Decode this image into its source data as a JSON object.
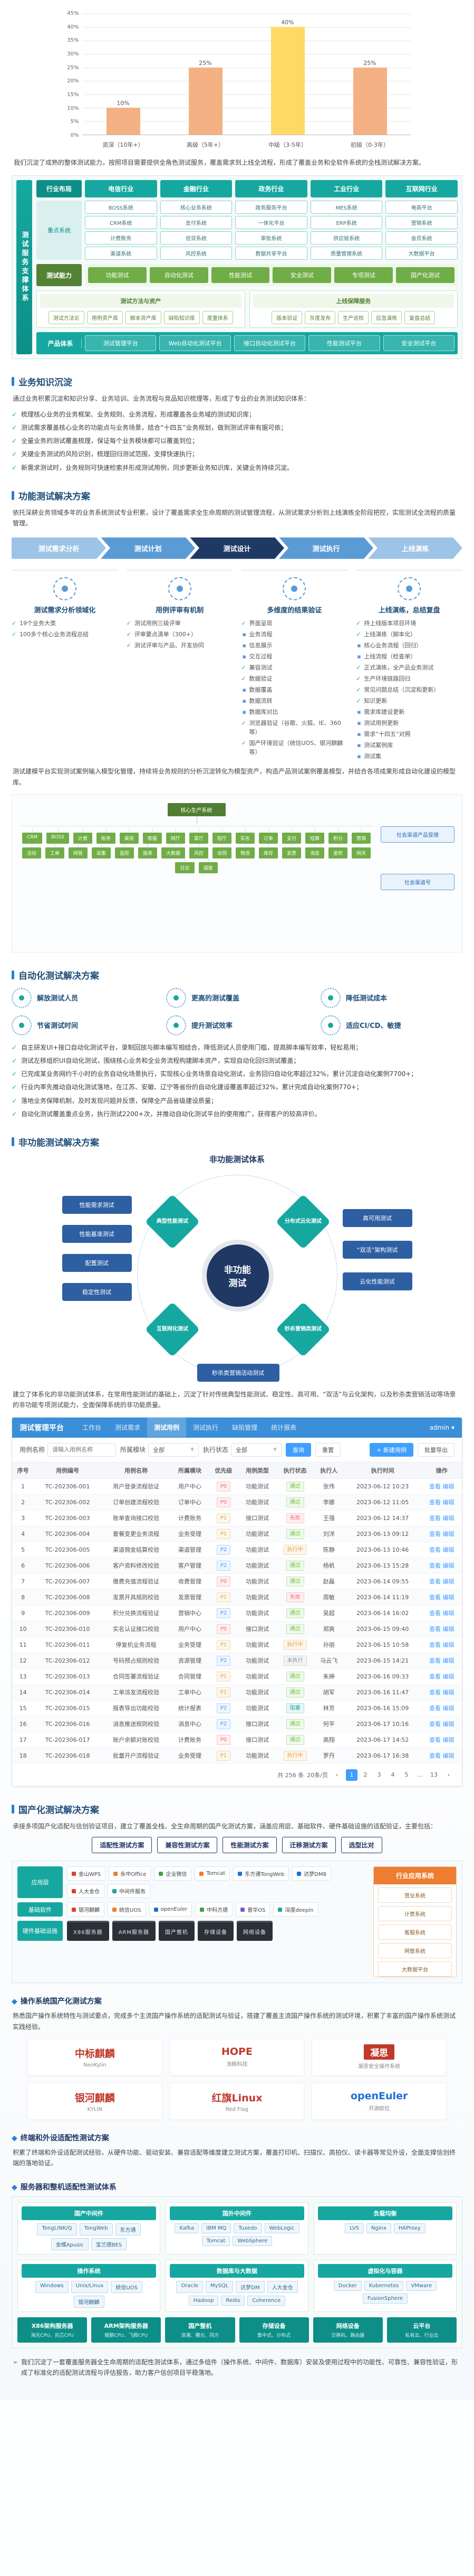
{
  "chart_data": {
    "type": "bar",
    "title": "",
    "categories": [
      "资深（10年+）",
      "高级（5年+）",
      "中级（3-5年）",
      "初级（0-3年）"
    ],
    "values": [
      10,
      25,
      40,
      25
    ],
    "value_labels": [
      "10%",
      "25%",
      "40%",
      "25%"
    ],
    "yticks": [
      "45%",
      "40%",
      "35%",
      "30%",
      "25%",
      "20%",
      "15%",
      "10%",
      "5%",
      "0%"
    ],
    "ylim": [
      0,
      45
    ],
    "bar_colors": [
      "#f4b183",
      "#f4b183",
      "#ffd966",
      "#f4b183"
    ],
    "grid": true,
    "legend_position": "none"
  },
  "intro": "我们沉淀了成熟的整体测试能力，按照项目需要提供全角色测试服务，覆盖需求到上线全流程，形成了覆盖业务和全软件系统的全栈测试解决方案。",
  "architecture": {
    "side_label": "测试服务支撑体系",
    "corner": "行业布局",
    "headers": [
      "电信行业",
      "金融行业",
      "政务行业",
      "工业行业",
      "互联网行业"
    ],
    "row_label": "重点系统",
    "col1": [
      "BOSS系统",
      "CRM系统",
      "计费账务",
      "渠道系统"
    ],
    "col2": [
      "核心业务系统",
      "支付系统",
      "信贷系统",
      "风控系统"
    ],
    "col3": [
      "政务服务平台",
      "一体化平台",
      "审批系统",
      "数据共享平台"
    ],
    "col4": [
      "MES系统",
      "ERP系统",
      "供应链系统",
      "质量管理系统"
    ],
    "col5": [
      "电商平台",
      "营销系统",
      "会员系统",
      "大数据平台"
    ],
    "cap_label": "测试能力",
    "capabilities": [
      "功能测试",
      "自动化测试",
      "性能测试",
      "安全测试",
      "专项测试",
      "国产化测试"
    ],
    "method_title": "测试方法与资产",
    "methods": [
      "测试方法论",
      "用例资产库",
      "脚本资产库",
      "缺陷知识库",
      "度量体系"
    ],
    "assurance_title": "上线保障服务",
    "assurances": [
      "版本验证",
      "灰度发布",
      "生产巡检",
      "应急演练",
      "复盘总结"
    ],
    "product_label": "产品体系",
    "products": [
      "测试管理平台",
      "Web自动化测试平台",
      "接口自动化测试平台",
      "性能测试平台",
      "安全测试平台"
    ]
  },
  "business": {
    "title": "业务知识沉淀",
    "intro": "通过业务积累沉淀和知识分享、业务培训、业务流程与竞品知识梳理等，形成了专业的业务测试知识体系：",
    "bullets": [
      "梳理核心业务的业务框架、业务规则、业务流程，形成覆盖各业务域的测试知识库；",
      "测试需求覆盖核心业务的功能点与业务场景，结合“十四五”业务规划，做到测试评审有据可依；",
      "全量业务的测试覆盖梳理，保证每个业务模块都可以覆盖到位；",
      "关键业务测试的风险识别，梳理回归测试范围，支撑快速执行；",
      "新需求测试时，业务规则可快速检索并形成测试用例，同步更新业务知识库，关键业务持续沉淀。"
    ]
  },
  "functional": {
    "title": "功能测试解决方案",
    "intro": "依托深耕业务领域多年的业务系统测试专业积累，设计了覆盖需求全生命周期的测试管理流程，从测试需求分析到上线演练全阶段把控，实现测试全流程的质量管理。",
    "flow": [
      "测试需求分析",
      "测试计划",
      "测试设计",
      "测试执行",
      "上线演练"
    ],
    "col1": {
      "title": "测试需求分析领域化",
      "items": [
        {
          "t": "19个业务大类",
          "b": "check"
        },
        {
          "t": "100多个核心业务流程总结",
          "b": "check"
        }
      ]
    },
    "col2": {
      "title": "用例评审有机制",
      "items": [
        {
          "t": "测试用例三级评审",
          "b": "check"
        },
        {
          "t": "评审要点清单（300+）",
          "b": "check"
        },
        {
          "t": "测试评审与产品、开发协同",
          "b": "check"
        }
      ]
    },
    "col3": {
      "title": "多维度的结果验证",
      "items": [
        {
          "t": "界面呈现",
          "b": "check"
        },
        {
          "t": "业务流程",
          "b": "square"
        },
        {
          "t": "信息展示",
          "b": "square"
        },
        {
          "t": "交互过程",
          "b": "square"
        },
        {
          "t": "兼容测试",
          "b": "check"
        },
        {
          "t": "数据验证",
          "b": "check"
        },
        {
          "t": "数据覆盖",
          "b": "square"
        },
        {
          "t": "数据流转",
          "b": "square"
        },
        {
          "t": "数据库对比",
          "b": "square"
        },
        {
          "t": "浏览器验证（谷歌、火狐、IE、360等）",
          "b": "check"
        },
        {
          "t": "国产环境验证（统信UOS、银河麒麟等）",
          "b": "check"
        }
      ]
    },
    "col4": {
      "title": "上线演练，总结复盘",
      "items": [
        {
          "t": "持上线版本项目环境",
          "b": "check"
        },
        {
          "t": "上线演练（脚本化）",
          "b": "check"
        },
        {
          "t": "核心业务流程（回归）",
          "b": "square"
        },
        {
          "t": "上线流程（检查单）",
          "b": "square"
        },
        {
          "t": "正式演练，全产品业务测试",
          "b": "check"
        },
        {
          "t": "生产环境链路回归",
          "b": "check"
        },
        {
          "t": "常见问题总结（沉淀和更新）",
          "b": "check"
        },
        {
          "t": "知识更新",
          "b": "check"
        },
        {
          "t": "需求库建设更新",
          "b": "square"
        },
        {
          "t": "测试用例更新",
          "b": "square"
        },
        {
          "t": "需求“十四五”对照",
          "b": "square"
        },
        {
          "t": "测试案例库",
          "b": "square"
        },
        {
          "t": "测试集",
          "b": "square"
        }
      ]
    },
    "modeling": "测试建模平台实现测试案例输入模型化管理，持续将业务规则的分析沉淀转化为模型资产，构造产品测试案例覆盖模型，并结合各项成果形成自动化建设的模型库。"
  },
  "topology": {
    "root": "核心生产系统",
    "callout1": "社会渠道产品受理",
    "callout2": "社会渠道号",
    "nodes": [
      "CRM",
      "BOSS",
      "计费",
      "账务",
      "渠道",
      "客服",
      "网厅",
      "掌厅",
      "短厅",
      "实名",
      "订单",
      "支付",
      "结算",
      "积分",
      "营销",
      "活动",
      "工单",
      "网管",
      "采集",
      "监控",
      "报表",
      "大数据",
      "风控",
      "合同",
      "物流",
      "库存",
      "发票",
      "消息",
      "鉴权",
      "网关",
      "日志",
      "调度"
    ]
  },
  "automation": {
    "title": "自动化测试解决方案",
    "features": [
      "解放测试人员",
      "更高的测试覆盖",
      "降低测试成本",
      "节省测试时间",
      "提升测试效率",
      "适应CI/CD、敏捷"
    ],
    "bullets": [
      "自主研发UI+接口自动化测试平台，录制回放与脚本编写相结合，降低测试人员使用门槛，提高脚本编写效率，轻松易用；",
      "测试左移组织UI自动化测试，围绕核心业务和全业务流程构建脚本资产，实现自动化回归测试覆盖；",
      "已完成某业务网约千小时的业务自动化场景执行，实现核心业务场景自动化测试，业务回归自动化率超过32%，累计沉淀自动化案例7700+；",
      "行业内率先推动自动化测试落地，在江苏、安徽、辽宁等省份的自动化建设覆盖率超过32%，累计完成自动化案例770+；",
      "落地业务保障机制，及时发现问题并反馈，保障全产品省级建设质量；",
      "自动化测试覆盖重点业务，执行测试2200+次，并推动自动化测试平台的使用推广，获得客户的较高评价。"
    ]
  },
  "nonfunctional": {
    "title": "非功能测试解决方案",
    "diagram_title": "非功能测试体系",
    "center_top": "非功能",
    "center_bottom": "测试",
    "q1": "典型性能测试",
    "q2": "分布式云化测试",
    "q3": "互联网化测试",
    "q4": "秒杀营销类测试",
    "left_boxes": [
      "性能需求测试",
      "性能基准测试",
      "配置测试",
      "稳定性测试"
    ],
    "right_boxes": [
      "高可用测试",
      "“双活”架构测试",
      "云化性能测试"
    ],
    "bottom_box": "秒杀类营销活动测试",
    "summary": "建立了体系化的非功能测试体系，在常用性能测试的基础上，沉淀了针对传统典型性能测试、稳定性、高可用、“双活”与云化架构，以及秒杀类营销活动等场景的非功能专项测试能力，全面保障系统的非功能质量。"
  },
  "platform": {
    "brand": "测试管理平台",
    "tabs": [
      {
        "label": "工作台",
        "cls": ""
      },
      {
        "label": "测试需求",
        "cls": ""
      },
      {
        "label": "测试用例",
        "cls": "active"
      },
      {
        "label": "测试执行",
        "cls": ""
      },
      {
        "label": "缺陷管理",
        "cls": ""
      },
      {
        "label": "统计报表",
        "cls": ""
      }
    ],
    "user": "admin ▾",
    "filter1_label": "用例名称",
    "filter1_placeholder": "请输入用例名称",
    "filter2_label": "所属模块",
    "filter2_value": "全部",
    "filter3_label": "执行状态",
    "filter3_value": "全部",
    "search_btn": "查询",
    "reset_btn": "重置",
    "new_btn": "+ 新建用例",
    "export_btn": "批量导出",
    "columns": [
      "序号",
      "用例编号",
      "用例名称",
      "所属模块",
      "优先级",
      "用例类型",
      "执行状态",
      "执行人",
      "执行时间",
      "操作"
    ],
    "op1": "查看",
    "op2": "编辑",
    "rows": [
      {
        "no": "1",
        "id": "TC-202306-001",
        "name": "用户登录流程验证",
        "module": "用户中心",
        "pri": "P0",
        "pc": "t-red",
        "type": "功能测试",
        "status": "通过",
        "sc": "t-green",
        "owner": "张伟",
        "time": "2023-06-12 10:23"
      },
      {
        "no": "2",
        "id": "TC-202306-002",
        "name": "订单创建流程校验",
        "module": "订单中心",
        "pri": "P0",
        "pc": "t-red",
        "type": "功能测试",
        "status": "通过",
        "sc": "t-green",
        "owner": "李娜",
        "time": "2023-06-12 11:05"
      },
      {
        "no": "3",
        "id": "TC-202306-003",
        "name": "账单查询接口校验",
        "module": "计费账务",
        "pri": "P1",
        "pc": "t-orange",
        "type": "接口测试",
        "status": "失败",
        "sc": "t-red",
        "owner": "王强",
        "time": "2023-06-12 14:37"
      },
      {
        "no": "4",
        "id": "TC-202306-004",
        "name": "套餐变更业务流程",
        "module": "业务受理",
        "pri": "P1",
        "pc": "t-orange",
        "type": "功能测试",
        "status": "通过",
        "sc": "t-green",
        "owner": "刘洋",
        "time": "2023-06-13 09:12"
      },
      {
        "no": "5",
        "id": "TC-202306-005",
        "name": "渠道佣金结算校验",
        "module": "渠道管理",
        "pri": "P2",
        "pc": "t-blue",
        "type": "功能测试",
        "status": "执行中",
        "sc": "t-orange",
        "owner": "陈静",
        "time": "2023-06-13 10:46"
      },
      {
        "no": "6",
        "id": "TC-202306-006",
        "name": "客户资料修改校验",
        "module": "客户管理",
        "pri": "P2",
        "pc": "t-blue",
        "type": "功能测试",
        "status": "通过",
        "sc": "t-green",
        "owner": "杨帆",
        "time": "2023-06-13 15:28"
      },
      {
        "no": "7",
        "id": "TC-202306-007",
        "name": "缴费充值流程验证",
        "module": "收费管理",
        "pri": "P0",
        "pc": "t-red",
        "type": "功能测试",
        "status": "通过",
        "sc": "t-green",
        "owner": "赵磊",
        "time": "2023-06-14 09:55"
      },
      {
        "no": "8",
        "id": "TC-202306-008",
        "name": "发票开具规则校验",
        "module": "发票管理",
        "pri": "P1",
        "pc": "t-orange",
        "type": "功能测试",
        "status": "失败",
        "sc": "t-red",
        "owner": "周敏",
        "time": "2023-06-14 11:19"
      },
      {
        "no": "9",
        "id": "TC-202306-009",
        "name": "积分兑换流程验证",
        "module": "营销中心",
        "pri": "P2",
        "pc": "t-blue",
        "type": "功能测试",
        "status": "通过",
        "sc": "t-green",
        "owner": "吴超",
        "time": "2023-06-14 16:02"
      },
      {
        "no": "10",
        "id": "TC-202306-010",
        "name": "实名认证接口校验",
        "module": "用户中心",
        "pri": "P0",
        "pc": "t-red",
        "type": "接口测试",
        "status": "通过",
        "sc": "t-green",
        "owner": "郑爽",
        "time": "2023-06-15 09:40"
      },
      {
        "no": "11",
        "id": "TC-202306-011",
        "name": "停复机业务流程",
        "module": "业务受理",
        "pri": "P1",
        "pc": "t-orange",
        "type": "功能测试",
        "status": "执行中",
        "sc": "t-orange",
        "owner": "孙丽",
        "time": "2023-06-15 10:58"
      },
      {
        "no": "12",
        "id": "TC-202306-012",
        "name": "号码预占规则校验",
        "module": "资源管理",
        "pri": "P2",
        "pc": "t-blue",
        "type": "功能测试",
        "status": "未执行",
        "sc": "t-gray",
        "owner": "马云飞",
        "time": "2023-06-15 14:21"
      },
      {
        "no": "13",
        "id": "TC-202306-013",
        "name": "合同签署流程验证",
        "module": "合同管理",
        "pri": "P1",
        "pc": "t-orange",
        "type": "功能测试",
        "status": "通过",
        "sc": "t-green",
        "owner": "朱婷",
        "time": "2023-06-16 09:33"
      },
      {
        "no": "14",
        "id": "TC-202306-014",
        "name": "工单派发流程校验",
        "module": "工单中心",
        "pri": "P1",
        "pc": "t-orange",
        "type": "功能测试",
        "status": "通过",
        "sc": "t-green",
        "owner": "胡军",
        "time": "2023-06-16 11:47"
      },
      {
        "no": "15",
        "id": "TC-202306-015",
        "name": "报表导出功能校验",
        "module": "统计报表",
        "pri": "P2",
        "pc": "t-blue",
        "type": "功能测试",
        "status": "阻塞",
        "sc": "t-teal",
        "owner": "林芳",
        "time": "2023-06-16 15:09"
      },
      {
        "no": "16",
        "id": "TC-202306-016",
        "name": "消息推送规则校验",
        "module": "消息中心",
        "pri": "P2",
        "pc": "t-blue",
        "type": "接口测试",
        "status": "通过",
        "sc": "t-green",
        "owner": "何平",
        "time": "2023-06-17 10:16"
      },
      {
        "no": "17",
        "id": "TC-202306-017",
        "name": "账户余额对账校验",
        "module": "计费账务",
        "pri": "P0",
        "pc": "t-red",
        "type": "接口测试",
        "status": "通过",
        "sc": "t-green",
        "owner": "高翔",
        "time": "2023-06-17 14:52"
      },
      {
        "no": "18",
        "id": "TC-202306-018",
        "name": "批量开户流程验证",
        "module": "业务受理",
        "pri": "P1",
        "pc": "t-orange",
        "type": "功能测试",
        "status": "执行中",
        "sc": "t-orange",
        "owner": "罗丹",
        "time": "2023-06-17 16:38"
      }
    ],
    "total": "共 256 条",
    "page_size": "20条/页",
    "pages": [
      "1",
      "2",
      "3",
      "4",
      "5",
      "…",
      "13"
    ]
  },
  "localization": {
    "title": "国产化测试解决方案",
    "intro": "承接多项国产化适配与信创验证项目，建立了覆盖全栈、全生命周期的国产化测试方案，涵盖应用层、基础软件、硬件基础设施的适配验证，主要包括：",
    "schemes": [
      "适配性测试方案",
      "兼容性测试方案",
      "性能测试方案",
      "迁移测试方案",
      "选型比对"
    ],
    "layer_app_label": "应用层",
    "layer_app": [
      {
        "name": "金山WPS",
        "dot": "c-red"
      },
      {
        "name": "永中Office",
        "dot": "c-orange"
      },
      {
        "name": "企业微信",
        "dot": "c-green"
      },
      {
        "name": "Tomcat",
        "dot": "c-orange"
      },
      {
        "name": "东方通TongWeb",
        "dot": "c-blue"
      },
      {
        "name": "达梦DM8",
        "dot": "c-blue"
      },
      {
        "name": "人大金仓",
        "dot": "c-red"
      },
      {
        "name": "中间件服务",
        "dot": "c-teal"
      }
    ],
    "layer_base_label": "基础软件",
    "layer_base": [
      {
        "name": "银河麒麟",
        "dot": "c-red"
      },
      {
        "name": "统信UOS",
        "dot": "c-orange"
      },
      {
        "name": "openEuler",
        "dot": "c-blue"
      },
      {
        "name": "中科方德",
        "dot": "c-green"
      },
      {
        "name": "普华OS",
        "dot": "c-purple"
      },
      {
        "name": "深度deepin",
        "dot": "c-teal"
      }
    ],
    "layer_hw_label": "硬件基础设施",
    "layer_hw": [
      "X86服务器",
      "ARM服务器",
      "国产整机",
      "存储设备",
      "网络设备"
    ],
    "panel_title": "行业应用系统",
    "panel_items": [
      "营业系统",
      "计费系统",
      "客服系统",
      "网管系统",
      "大数据平台"
    ],
    "os_title": "操作系统国产化测试方案",
    "os_text": "熟悉国产操作系统特性与测试要点，完成多个主流国产操作系统的适配测试与验证，搭建了覆盖主流国产操作系统的测试环境，积累了丰富的国产操作系统测试实践经验。",
    "os_logos": [
      {
        "text": "中标麒麟",
        "sub": "NeoKylin",
        "cls": "logo-red"
      },
      {
        "text": "HOPE",
        "sub": "浩鲸科技",
        "cls": "logo-red"
      },
      {
        "text": "凝思",
        "sub": "凝思安全操作系统",
        "cls": "logo-redbox"
      },
      {
        "text": "银河麒麟",
        "sub": "KYLIN",
        "cls": "logo-red"
      },
      {
        "text": "红旗Linux",
        "sub": "Red Flag",
        "cls": "logo-red"
      },
      {
        "text": "openEuler",
        "sub": "开源欧拉",
        "cls": "logo-blue"
      }
    ],
    "terminal_title": "终端和外设适配性测试方案",
    "terminal_text": "积累了终端和外设适配测试经验，从硬件功能、驱动安装、兼容适配等维度建立测试方案，覆盖打印机、扫描仪、高拍仪、读卡器等常见外设，全面支撑信创终端的落地验证。",
    "server_title": "服务器和整机适配性测试体系",
    "g1_title": "国产中间件",
    "g1": [
      "TongLINK/Q",
      "TongWeb",
      "东方通",
      "金蝶Apusic",
      "宝兰德BES"
    ],
    "g2_title": "国外中间件",
    "g2": [
      "Kafka",
      "IBM MQ",
      "Tuxedo",
      "WebLogic",
      "Tomcat",
      "WebSphere"
    ],
    "g3_title": "负载均衡",
    "g3": [
      "LVS",
      "Nginx",
      "HAProxy"
    ],
    "g4_title": "操作系统",
    "g4": [
      "Windows",
      "Unix/Linux",
      "统信UOS",
      "银河麒麟"
    ],
    "g5_title": "数据库与大数据",
    "g5": [
      "Oracle",
      "MySQL",
      "达梦DM",
      "人大金仓",
      "Hadoop",
      "Redis",
      "Coherence"
    ],
    "g6_title": "虚拟化与容器",
    "g6": [
      "Docker",
      "Kubernetes",
      "VMware",
      "FusionSphere"
    ],
    "hw_groups": [
      {
        "name": "X86架构服务器",
        "sub": "海光CPU、兆芯CPU"
      },
      {
        "name": "ARM架构服务器",
        "sub": "鲲鹏CPU、飞腾CPU"
      },
      {
        "name": "国产整机",
        "sub": "浪潮、曙光、同方"
      },
      {
        "name": "存储设备",
        "sub": "集中式、分布式"
      },
      {
        "name": "网络设备",
        "sub": "交换机、路由器"
      },
      {
        "name": "云平台",
        "sub": "私有云、行业云"
      }
    ],
    "closing": "我们沉淀了一套覆盖服务器全生命周期的适配性测试体系，通过多组件（操作系统、中间件、数据库）安装及使用过程中的功能性、可靠性、兼容性验证，形成了标准化的适配测试流程与评估报告，助力客户信创项目平稳落地。"
  }
}
